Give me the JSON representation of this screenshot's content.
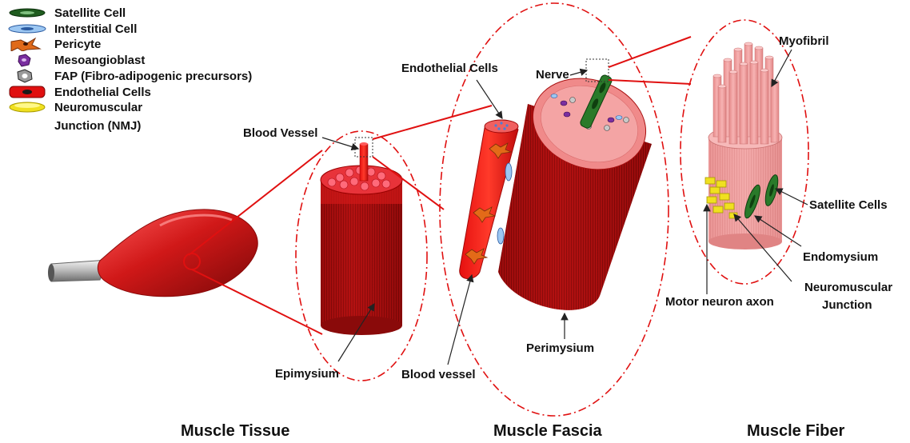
{
  "legend": [
    {
      "icon": "satellite-cell-icon",
      "label": "Satellite Cell",
      "color": "#1f5c1f"
    },
    {
      "icon": "interstitial-cell-icon",
      "label": "Interstitial Cell",
      "color": "#6aa6e8"
    },
    {
      "icon": "pericyte-icon",
      "label": "Pericyte",
      "color": "#e06a1a"
    },
    {
      "icon": "mesoangioblast-icon",
      "label": "Mesoangioblast",
      "color": "#7a2ea0"
    },
    {
      "icon": "fap-icon",
      "label": "FAP (Fibro-adipogenic precursors)",
      "color": "#9a9a9a"
    },
    {
      "icon": "endothelial-cells-icon",
      "label": "Endothelial Cells",
      "color": "#e01010"
    },
    {
      "icon": "nmj-icon",
      "label": "Neuromuscular",
      "label2": "Junction (NMJ)",
      "color": "#f0e020"
    }
  ],
  "labels": {
    "blood_vessel_top": "Blood Vessel",
    "endothelial_cells": "Endothelial Cells",
    "nerve": "Nerve",
    "myofibril": "Myofibril",
    "satellite_cells": "Satellite Cells",
    "endomysium": "Endomysium",
    "nmj_line1": "Neuromuscular",
    "nmj_line2": "Junction",
    "motor_neuron_axon": "Motor neuron axon",
    "perimysium": "Perimysium",
    "epimysium": "Epimysium",
    "blood_vessel_bottom": "Blood vessel"
  },
  "titles": {
    "tissue": "Muscle Tissue",
    "fascia": "Muscle Fascia",
    "fiber": "Muscle Fiber"
  },
  "colors": {
    "muscle_red": "#c81414",
    "muscle_dark": "#8e0c0c",
    "fiber_pink": "#f2a0a0",
    "connector_red": "#e01010",
    "tendon_gray": "#bdbdbd"
  }
}
